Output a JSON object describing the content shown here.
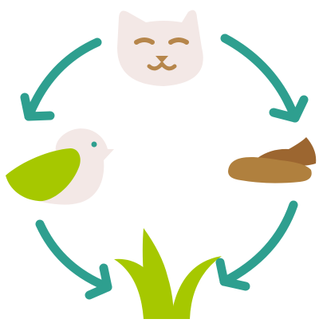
{
  "diagram": {
    "nodes": [
      {
        "id": "cat",
        "icon": "cat-face-icon"
      },
      {
        "id": "dung",
        "icon": "dung-pile-icon"
      },
      {
        "id": "grass",
        "icon": "grass-icon"
      },
      {
        "id": "bird",
        "icon": "bird-icon"
      }
    ],
    "edges": [
      {
        "from": "cat",
        "to": "dung"
      },
      {
        "from": "dung",
        "to": "grass"
      },
      {
        "from": "grass",
        "to": "bird"
      },
      {
        "from": "bird",
        "to": "cat"
      }
    ]
  },
  "colors": {
    "arrow": "#2e9f8f",
    "cat_face": "#f3e8e6",
    "cat_features": "#b6864b",
    "dung_dark": "#9c6630",
    "dung_light": "#b0803e",
    "grass": "#a6c800",
    "bird_body": "#f3e8e6",
    "bird_wing": "#a6c800",
    "bird_eye": "#2e9f8f"
  }
}
